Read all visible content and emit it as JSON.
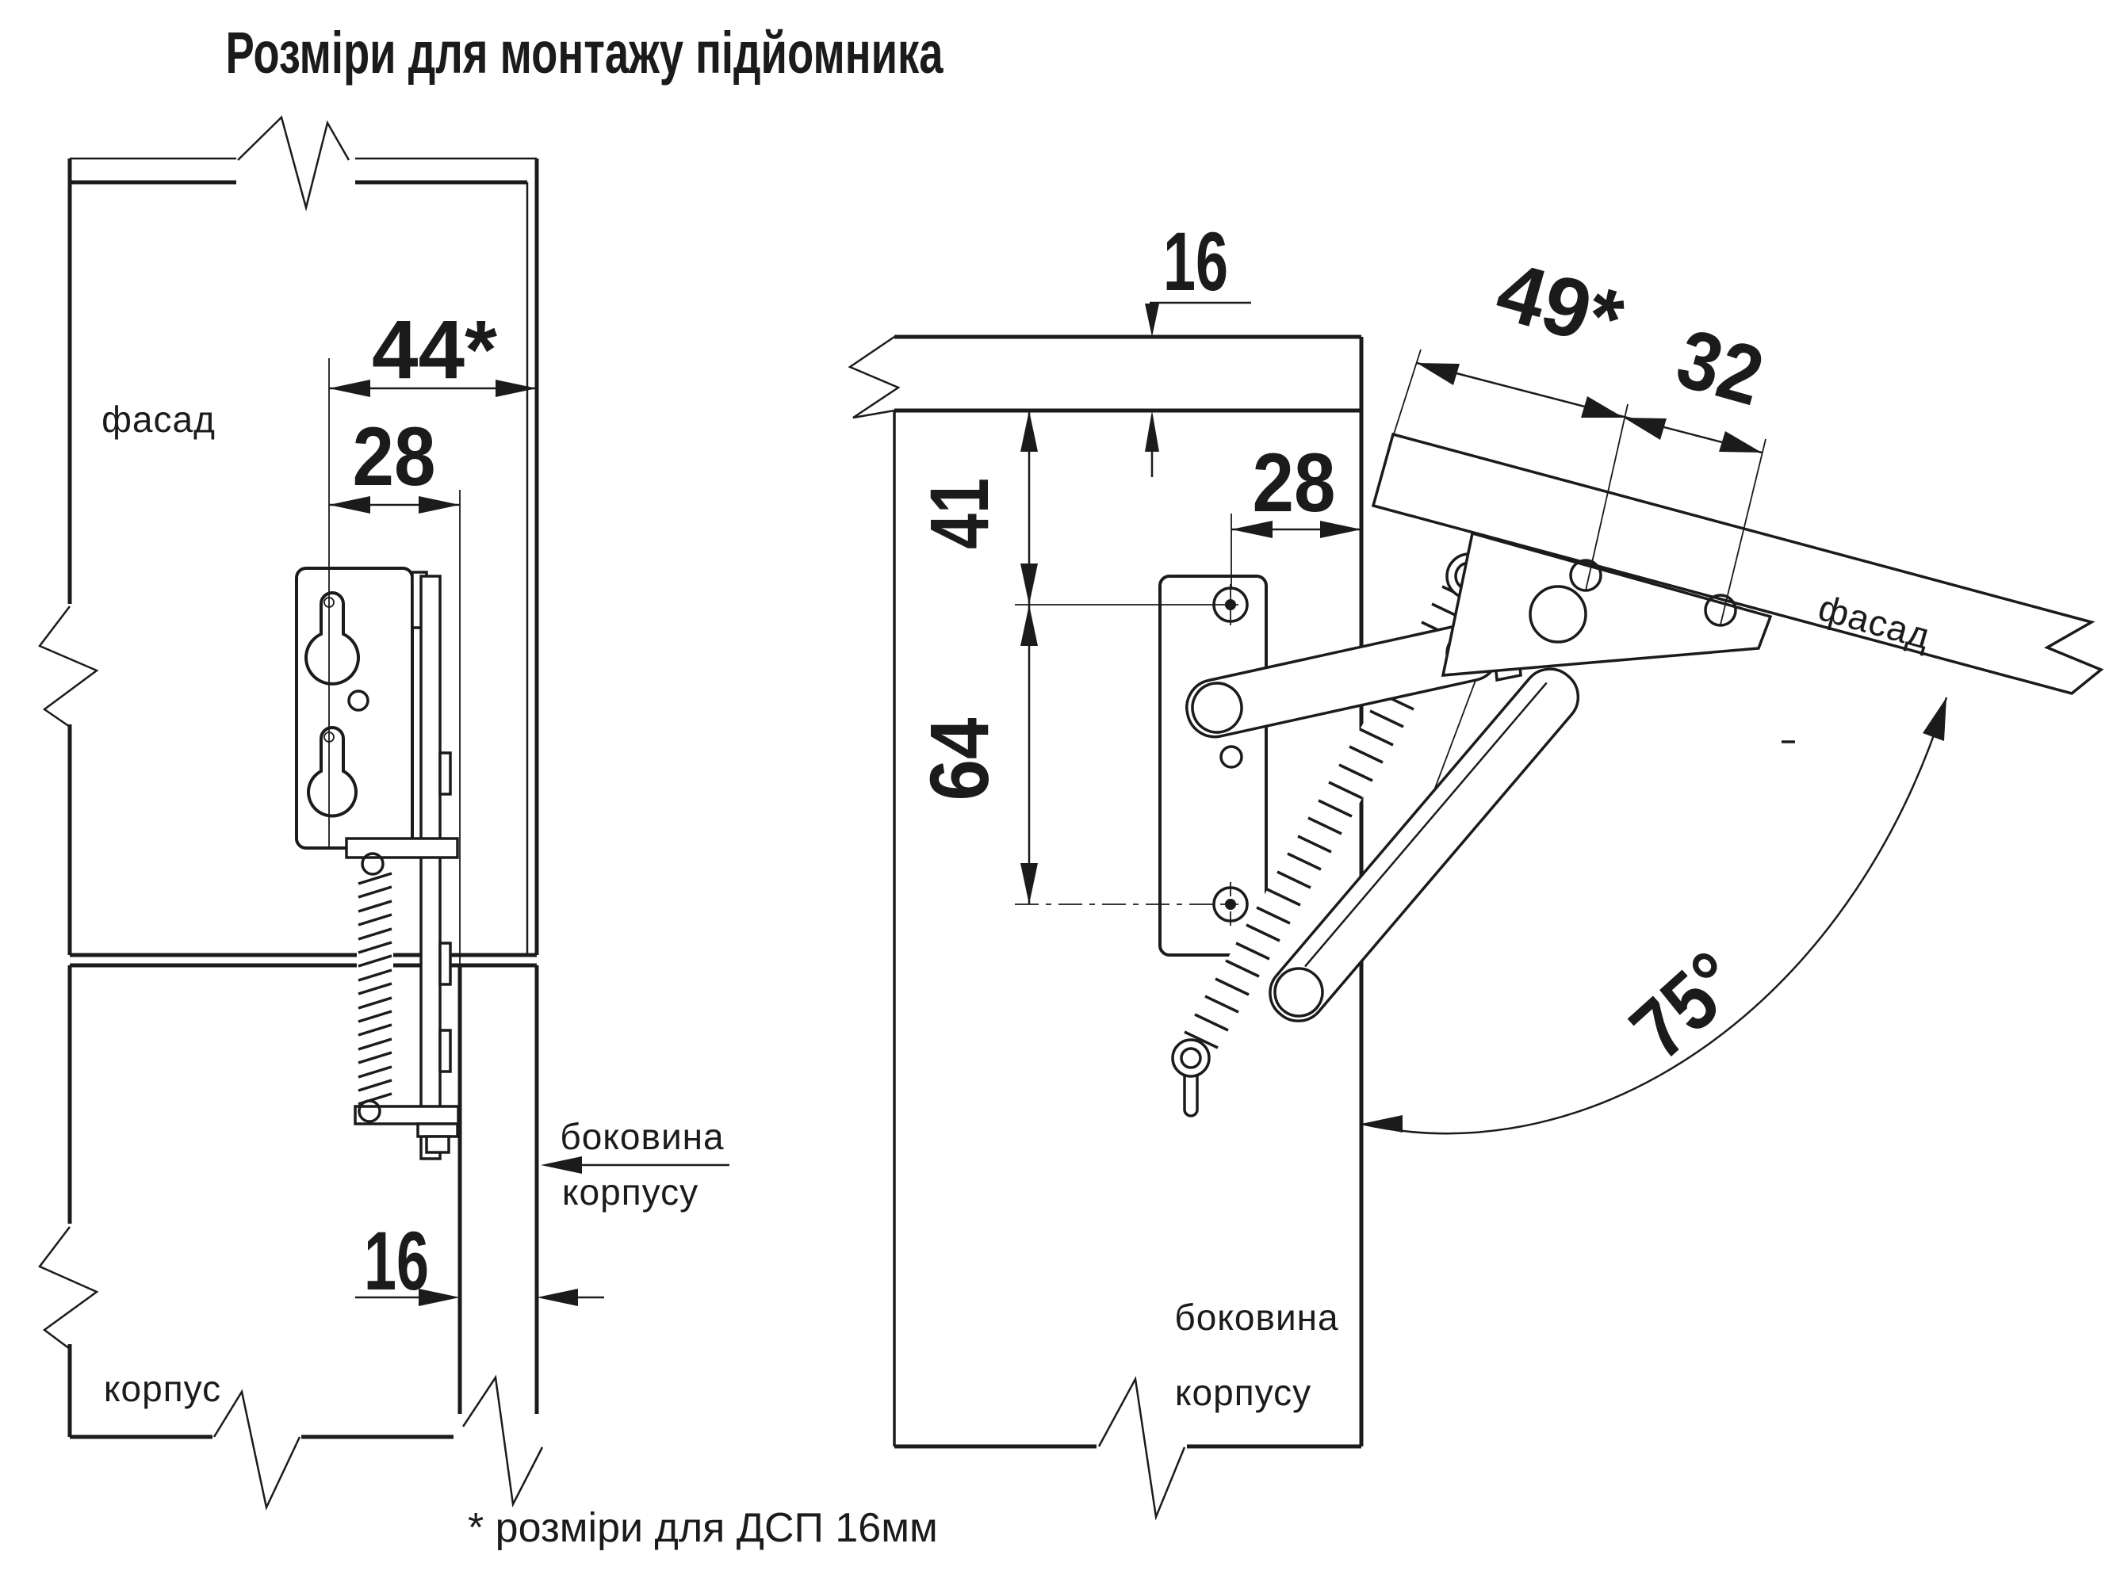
{
  "title": "Розміри для монтажу підйомника",
  "footnote": "* розміри для ДСП 16мм",
  "palette": {
    "ink": "#1b1b1b",
    "paper": "#ffffff"
  },
  "left_view": {
    "label_facade": "фасад",
    "label_corpus": "корпус",
    "label_side_line1": "боковина",
    "label_side_line2": "корпусу",
    "dim_overall": "44*",
    "dim_offset": "28",
    "dim_thickness": "16"
  },
  "right_view": {
    "label_facade": "фасад",
    "label_side_line1": "боковина",
    "label_side_line2": "корпусу",
    "dim_top_thickness": "16",
    "dim_top_offset": "41",
    "dim_hole_spacing": "64",
    "dim_front_offset": "28",
    "dim_facade_overall": "49*",
    "dim_facade_bracket": "32",
    "dim_opening_angle": "75°"
  }
}
